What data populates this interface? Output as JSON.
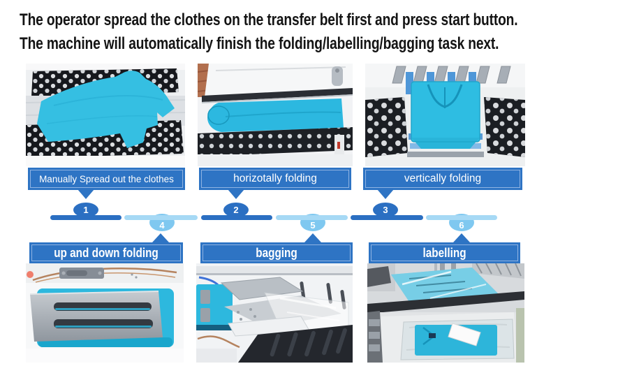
{
  "title": {
    "line1": "The operator spread the clothes on the transfer belt first and press start button.",
    "line2": "The machine will automatically finish the folding/labelling/bagging task next."
  },
  "steps": [
    {
      "number": "1",
      "label": "Manually Spread out the clothes",
      "photo_alt": "blue t-shirt spread flat across black perforated transfer belts"
    },
    {
      "number": "2",
      "label": "horizotally folding",
      "photo_alt": "blue shirt folded into a long horizontal strip on the machine belt"
    },
    {
      "number": "3",
      "label": "vertically folding",
      "photo_alt": "blue shirt folded vertically resting on blue belt fingers between perforated panels"
    },
    {
      "number": "4",
      "label": "up and down folding",
      "photo_alt": "grey forked metal folding plate pressed onto the folded blue shirt"
    },
    {
      "number": "5",
      "label": "bagging",
      "photo_alt": "folded shirt pushed by a metal plate into a clear plastic bag over a pin rack"
    },
    {
      "number": "6",
      "label": "labelling",
      "photo_alt": "bagged blue shirt on the out-feed table receiving a white label sticker"
    }
  ],
  "colors": {
    "caption_bar_blue": "#2E74C4",
    "timeline_dark_blue": "#2B6FC2",
    "timeline_light_blue": "#A6D9F5",
    "light_oval_blue": "#7FC8F0",
    "shirt_cyan": "#35BFE2",
    "caption_text": "#FFFFFF",
    "title_text": "#141414",
    "background": "#FFFFFF"
  }
}
